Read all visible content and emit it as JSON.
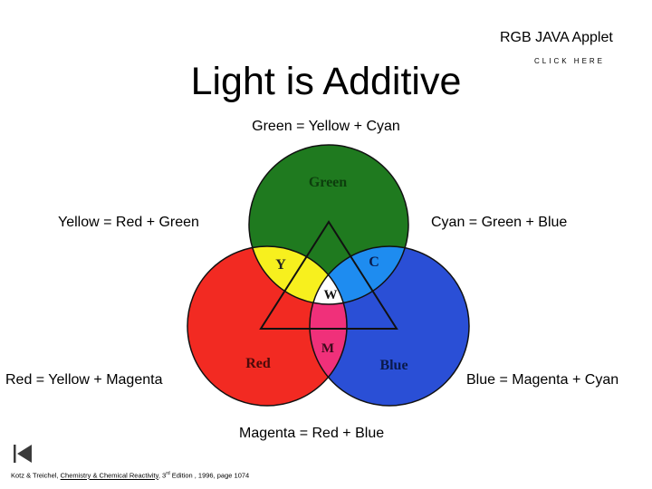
{
  "header": {
    "applet_title": "RGB  JAVA Applet",
    "applet_link": "CLICK HERE",
    "title": "Light is Additive"
  },
  "equations": {
    "green": "Green  =  Yellow + Cyan",
    "yellow": "Yellow  =  Red + Green",
    "cyan": "Cyan  =  Green + Blue",
    "red": "Red  =  Yellow + Magenta",
    "blue": "Blue  =  Magenta + Cyan",
    "magenta": "Magenta  =  Red + Blue"
  },
  "diagram": {
    "labels": {
      "green": "Green",
      "red": "Red",
      "blue": "Blue",
      "yellow": "Y",
      "cyan": "C",
      "magenta": "M",
      "white": "W"
    },
    "colors": {
      "green": "#1f7a1f",
      "red": "#f22a22",
      "blue": "#2a4fd6",
      "yellow": "#f7f01e",
      "cyan": "#1e8cf0",
      "magenta": "#f0307a",
      "white": "#ffffff"
    }
  },
  "footer": {
    "authors": "Kotz & Treichel, ",
    "book": "Chemistry & Chemical Reactivity",
    "edition_num": ",  3",
    "edition_sup": "rd",
    "rest": " Edition , 1996, page 1074",
    "prev_icon": "prev-slide-icon"
  }
}
